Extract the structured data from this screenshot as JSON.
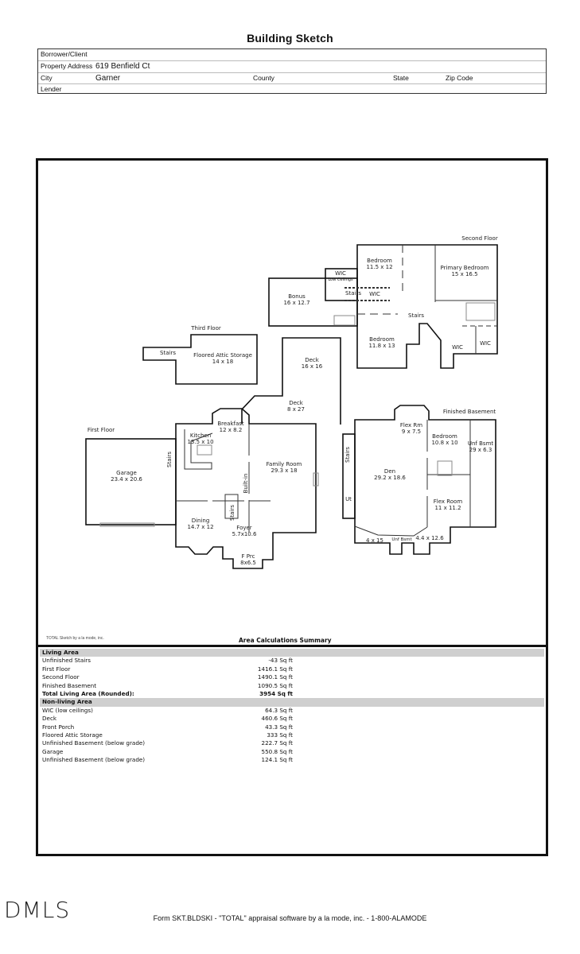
{
  "title": "Building Sketch",
  "header": {
    "borrower_label": "Borrower/Client",
    "borrower_value": "",
    "address_label": "Property Address",
    "address_value": "619 Benfield Ct",
    "city_label": "City",
    "city_value": "Garner",
    "county_label": "County",
    "state_label": "State",
    "zip_label": "Zip Code",
    "lender_label": "Lender"
  },
  "plan_labels": {
    "second_floor": "Second Floor",
    "third_floor": "Third Floor",
    "first_floor": "First Floor",
    "finished_basement": "Finished Basement"
  },
  "rooms": [
    {
      "name": "Bedroom",
      "dims": "11.5 x 12"
    },
    {
      "name": "Primary Bedroom",
      "dims": "15 x 16.5"
    },
    {
      "name": "WIC",
      "dims": "Low Ceilings"
    },
    {
      "name": "Stairs",
      "dims": ""
    },
    {
      "name": "WIC",
      "dims": ""
    },
    {
      "name": "Bonus",
      "dims": "16 x 12.7"
    },
    {
      "name": "Stairs",
      "dims": ""
    },
    {
      "name": "Bedroom",
      "dims": "11.8 x 13"
    },
    {
      "name": "WIC",
      "dims": ""
    },
    {
      "name": "WIC",
      "dims": ""
    },
    {
      "name": "Stairs",
      "dims": ""
    },
    {
      "name": "Floored Attic Storage",
      "dims": "14 x 18"
    },
    {
      "name": "Deck",
      "dims": "16 x 16"
    },
    {
      "name": "Deck",
      "dims": "8 x 27"
    },
    {
      "name": "Breakfast",
      "dims": "12 x 8.2"
    },
    {
      "name": "Kitchen",
      "dims": "13.5 x 10"
    },
    {
      "name": "Stairs",
      "dims": ""
    },
    {
      "name": "Garage",
      "dims": "23.4 x 20.6"
    },
    {
      "name": "Family Room",
      "dims": "29.3 x 18"
    },
    {
      "name": "Built-in",
      "dims": ""
    },
    {
      "name": "Stairs",
      "dims": ""
    },
    {
      "name": "Dining",
      "dims": "14.7 x 12"
    },
    {
      "name": "Foyer",
      "dims": "5.7x10.6"
    },
    {
      "name": "F Prc",
      "dims": "8x6.5"
    },
    {
      "name": "Flex Rm",
      "dims": "9 x 7.5"
    },
    {
      "name": "Bedroom",
      "dims": "10.8 x 10"
    },
    {
      "name": "Unf Bsmt",
      "dims": "29 x 6.3"
    },
    {
      "name": "Stairs",
      "dims": ""
    },
    {
      "name": "Den",
      "dims": "29.2 x 18.6"
    },
    {
      "name": "Ut",
      "dims": ""
    },
    {
      "name": "Flex Room",
      "dims": "11 x 11.2"
    },
    {
      "name": "4 x 15",
      "dims": ""
    },
    {
      "name": "Unf Bsmt",
      "dims": ""
    },
    {
      "name": "4.4 x 12.6",
      "dims": ""
    }
  ],
  "credit": "TOTAL Sketch by a la mode, inc.",
  "summary": {
    "title": "Area Calculations Summary",
    "living_header": "Living Area",
    "living": [
      {
        "label": "Unfinished Stairs",
        "value": "-43 Sq ft"
      },
      {
        "label": "First Floor",
        "value": "1416.1 Sq ft"
      },
      {
        "label": "Second Floor",
        "value": "1490.1 Sq ft"
      },
      {
        "label": "Finished Basement",
        "value": "1090.5 Sq ft"
      }
    ],
    "total": {
      "label": "Total Living Area (Rounded):",
      "value": "3954 Sq ft"
    },
    "nonliving_header": "Non-living Area",
    "nonliving": [
      {
        "label": "WIC (low ceilings)",
        "value": "64.3 Sq ft"
      },
      {
        "label": "Deck",
        "value": "460.6 Sq ft"
      },
      {
        "label": "Front Porch",
        "value": "43.3 Sq ft"
      },
      {
        "label": "Floored Attic Storage",
        "value": "333 Sq ft"
      },
      {
        "label": "Unfinished Basement (below grade)",
        "value": "222.7 Sq ft"
      },
      {
        "label": "Garage",
        "value": "550.8 Sq ft"
      },
      {
        "label": "Unfinished Basement (below grade)",
        "value": "124.1 Sq ft"
      }
    ]
  },
  "logo": "DMLS",
  "footer": "Form SKT.BLDSKI - \"TOTAL\" appraisal software by a la mode, inc. - 1-800-ALAMODE"
}
